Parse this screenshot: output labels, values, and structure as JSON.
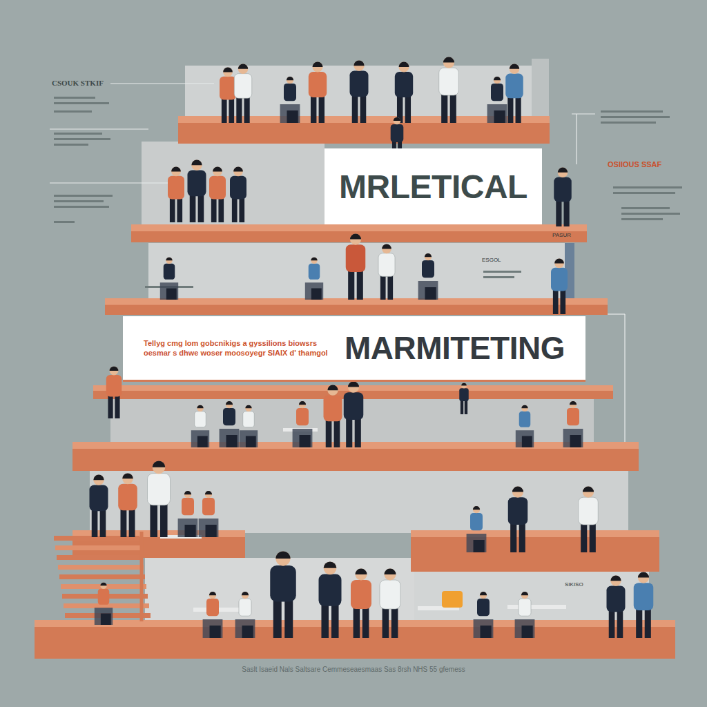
{
  "diagram": {
    "nodes": [
      {
        "text": [
          "MRLETICAL"
        ]
      },
      {
        "text": [
          "Tellyg cmg lom gobcnikigs a gyssilions biowsrs oesmar s dhwe woser moosoyegr SIAIX d' thamgol",
          "MARMITETING"
        ]
      }
    ],
    "labels": [
      "CSOUK STKIF",
      "OSIIOUS SSAF",
      "PASUR",
      "ESGOL",
      "SIKISO",
      "Saslt Isaeid Nals Saltsare Cemmeseaesmaas Sas 8rsh NHS 55 gfemess"
    ]
  }
}
